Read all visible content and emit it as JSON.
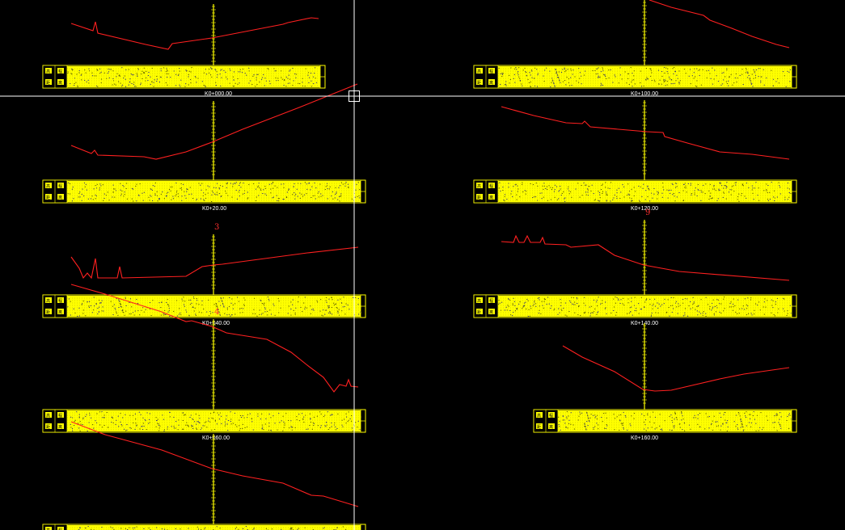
{
  "view": {
    "background": "#000000",
    "accent_yellow": "#ffff00",
    "ground_line_color": "#ff2020",
    "crosshair_color": "#ffffff"
  },
  "table_row_labels": [
    "高程",
    "距离"
  ],
  "sections": [
    {
      "id": "s1",
      "station": "K0+000.00",
      "number": ""
    },
    {
      "id": "s2",
      "station": "K0+20.00",
      "number": ""
    },
    {
      "id": "s3",
      "station": "K0+040.00",
      "number": "3"
    },
    {
      "id": "s4",
      "station": "K0+060.00",
      "number": "4"
    },
    {
      "id": "s5",
      "station": "",
      "number": ""
    },
    {
      "id": "s6",
      "station": "K0+100.00",
      "number": "7"
    },
    {
      "id": "s7",
      "station": "K0+120.00",
      "number": ""
    },
    {
      "id": "s8",
      "station": "K0+140.00",
      "number": "9"
    },
    {
      "id": "s9",
      "station": "K0+160.00",
      "number": ""
    }
  ],
  "icons": {
    "crosshair": "crosshair-cursor-icon",
    "pickbox": "pickbox-icon"
  }
}
